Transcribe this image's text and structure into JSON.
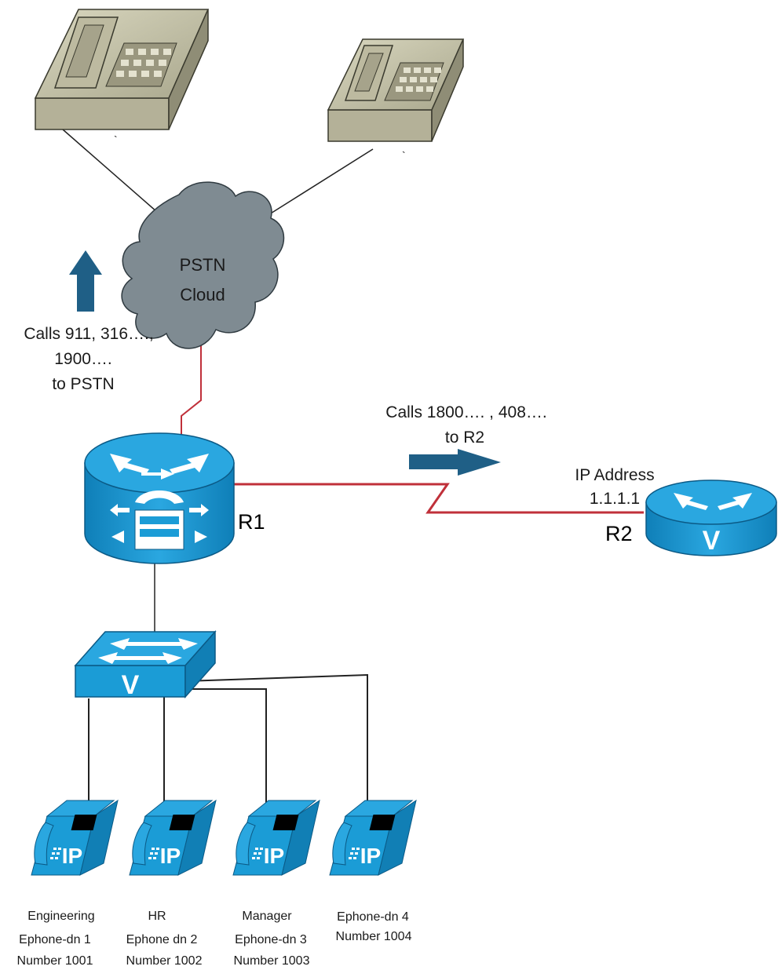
{
  "pstn": {
    "line1": "PSTN",
    "line2": "Cloud"
  },
  "pstn_calls": {
    "line1": "Calls 911, 316….,",
    "line2": "1900….",
    "line3": "to PSTN"
  },
  "r2_calls": {
    "line1": "Calls 1800…. , 408….",
    "line2": "to  R2"
  },
  "r1": {
    "name": "R1"
  },
  "r2": {
    "name": "R2",
    "ip_line1": "IP Address",
    "ip_line2": "1.1.1.1"
  },
  "phones": [
    {
      "role": "Engineering",
      "dn": "Ephone-dn 1",
      "number": "Number 1001"
    },
    {
      "role": "HR",
      "dn": "Ephone dn 2",
      "number": "Number 1002"
    },
    {
      "role": "Manager",
      "dn": "Ephone-dn 3",
      "number": "Number 1003"
    },
    {
      "role": "",
      "dn": "Ephone-dn 4",
      "number": "Number 1004"
    }
  ],
  "colors": {
    "cisco_blue": "#1b9cd6",
    "serial_link": "#c0303a",
    "arrow": "#1f5f86",
    "cloud": "#7f8b92",
    "phone_body": "#c9c6a9"
  }
}
